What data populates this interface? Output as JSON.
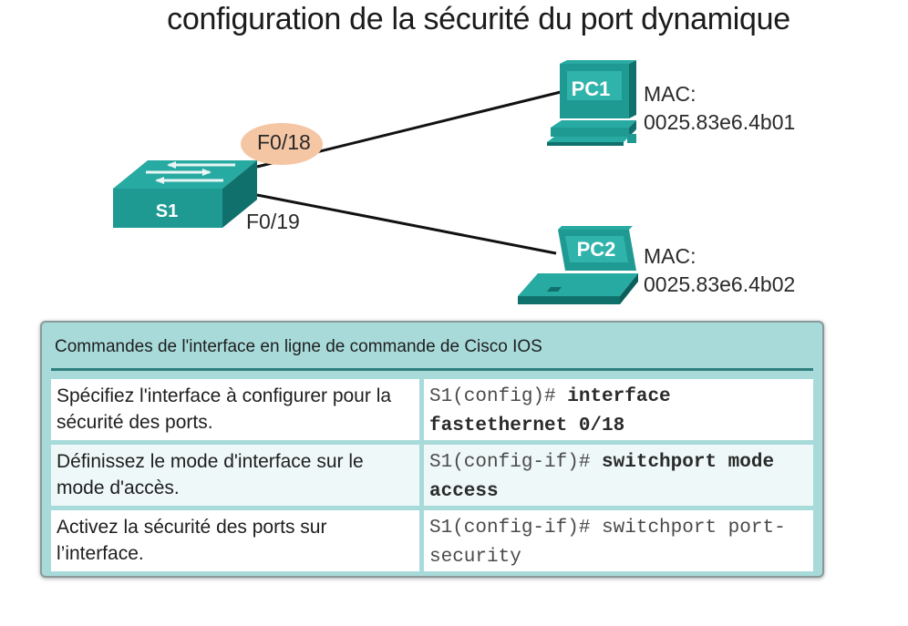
{
  "title": "configuration de la sécurité du port dynamique",
  "topology": {
    "switch": {
      "name": "S1"
    },
    "ports": {
      "f018": "F0/18",
      "f019": "F0/19"
    },
    "pc1": {
      "name": "PC1",
      "mac_label": "MAC:",
      "mac": "0025.83e6.4b01"
    },
    "pc2": {
      "name": "PC2",
      "mac_label": "MAC:",
      "mac": "0025.83e6.4b02"
    },
    "colors": {
      "device": "#1e9a93",
      "device_dark": "#10716c",
      "port_highlight": "#f5c6a4"
    }
  },
  "commands": {
    "header": "Commandes de l'interface en ligne de commande de Cisco IOS",
    "rows": [
      {
        "description": "Spécifiez l'interface à configurer pour la sécurité des ports.",
        "prompt": "S1(config)#",
        "command": "interface fastethernet 0/18"
      },
      {
        "description": "Définissez le mode d'interface sur le mode d'accès.",
        "prompt": "S1(config-if)#",
        "command": "switchport mode access"
      },
      {
        "description": "Activez la sécurité des ports sur l’interface.",
        "prompt": "S1(config-if)#",
        "command": "switchport port-security"
      }
    ]
  }
}
